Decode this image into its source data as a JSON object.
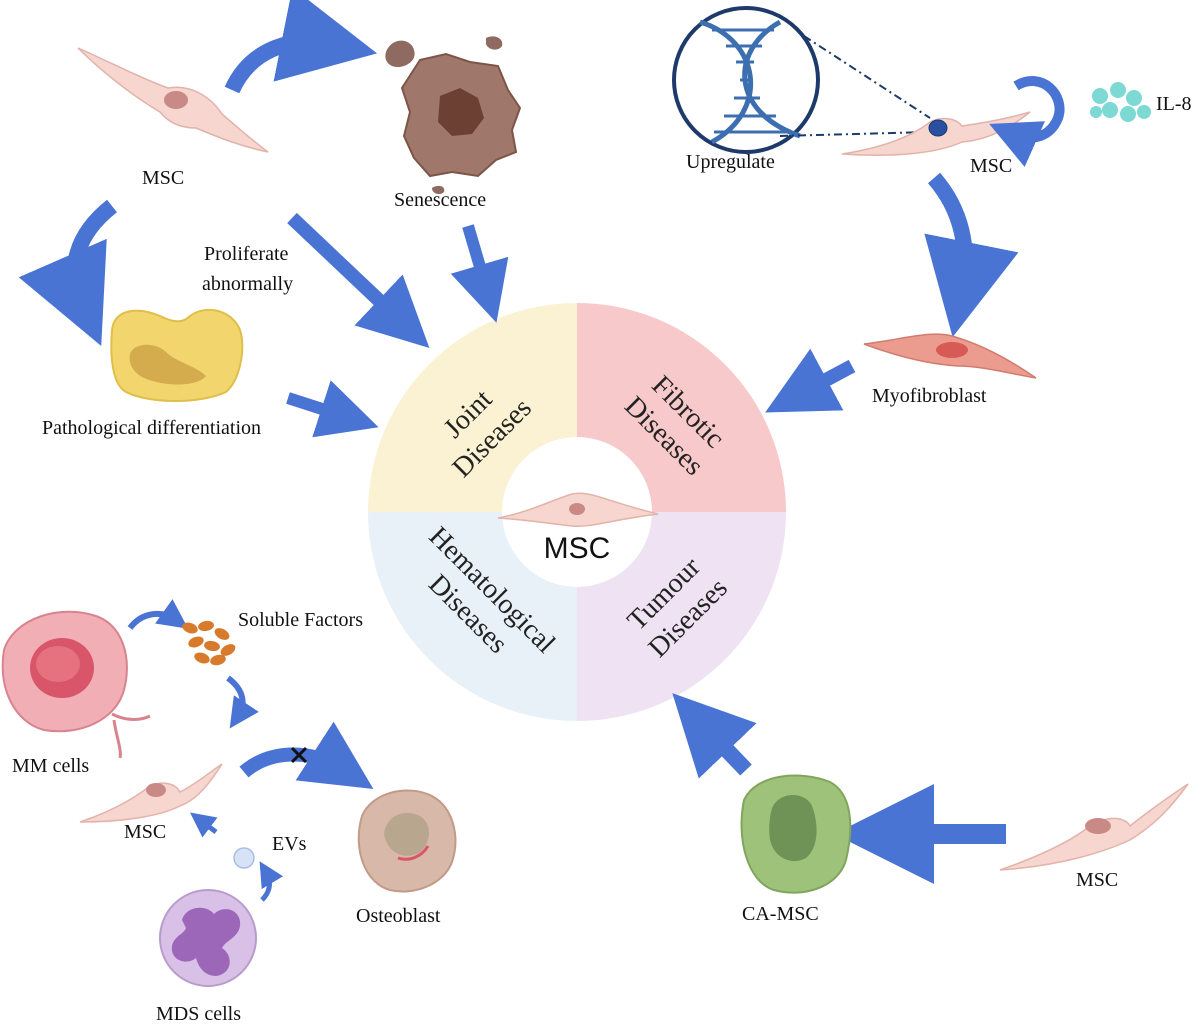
{
  "center": {
    "label": "MSC"
  },
  "quadrants": {
    "joint": {
      "line1": "Joint",
      "line2": "Diseases",
      "color": "#faf2d3"
    },
    "fibrotic": {
      "line1": "Fibrotic",
      "line2": "Diseases",
      "color": "#f7c9cb"
    },
    "hematological": {
      "line1": "Hematological",
      "line2": "Diseases",
      "color": "#e8f1f8"
    },
    "tumour": {
      "line1": "Tumour",
      "line2": "Diseases",
      "color": "#eee2f3"
    }
  },
  "labels": {
    "msc_top_left": "MSC",
    "senescence": "Senescence",
    "proliferate_line1": "Proliferate",
    "proliferate_line2": "abnormally",
    "pathological": "Pathological differentiation",
    "upregulate": "Upregulate",
    "msc_top_right": "MSC",
    "il8": "IL-8",
    "myofibroblast": "Myofibroblast",
    "soluble_factors": "Soluble Factors",
    "mm_cells": "MM cells",
    "msc_bottom_left": "MSC",
    "evs": "EVs",
    "osteoblast": "Osteoblast",
    "mds_cells": "MDS cells",
    "ca_msc": "CA-MSC",
    "msc_bottom_right": "MSC"
  },
  "colors": {
    "arrow": "#4a74d4",
    "msc_cell": "#f6d6cf",
    "msc_nucleus": "#c98a85",
    "senescent_cell": "#8a5a4e",
    "pathological_cell": "#f2d66d",
    "myofibroblast": "#ec9c8f",
    "mm_cell": "#f2aeb5",
    "mds_cell": "#c9a4d8",
    "osteoblast": "#d8b8a8",
    "ca_msc": "#9ec27a",
    "il8": "#7dd9d3",
    "soluble_factor": "#d87a2c"
  }
}
